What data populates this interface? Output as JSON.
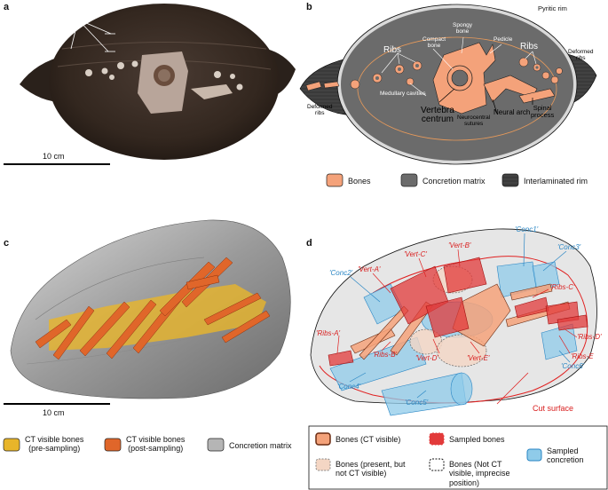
{
  "panels": {
    "a": {
      "letter": "a",
      "lamination_label": "Lamination planes",
      "scale_label": "10 cm"
    },
    "b": {
      "letter": "b",
      "labels": {
        "pyritic_rim": "Pyritic rim",
        "ribs_left": "Ribs",
        "ribs_right": "Ribs",
        "compact_bone": "Compact\nbone",
        "spongy_bone": "Spongy\nbone",
        "pedicle": "Pedicle",
        "deformed_ribs_left": "Deformed\nribs",
        "deformed_ribs_right": "Deformed\nribs",
        "medullary_cavities": "Medullary cavities",
        "vertebra_centrum": "Vertebra\ncentrum",
        "neurocentral_sutures": "Neurocentral\nsutures",
        "neural_arch": "Neural arch",
        "spinal_process": "Spinal\nprocess"
      },
      "legend": {
        "bones": "Bones",
        "concretion_matrix": "Concretion matrix",
        "interlaminated_rim": "Interlaminated rim"
      }
    },
    "c": {
      "letter": "c",
      "scale_label": "10 cm",
      "legend": {
        "ct_pre": "CT visible bones\n(pre-sampling)",
        "ct_post": "CT visible bones\n(post-sampling)",
        "concretion": "Concretion matrix"
      }
    },
    "d": {
      "letter": "d",
      "labels": {
        "conc1": "'Conc1'",
        "conc2": "'Conc2'",
        "conc3": "'Conc3'",
        "conc4": "'Conc4'",
        "conc5": "'Conc5'",
        "conc6": "'Conc6'",
        "vert_a": "'Vert-A'",
        "vert_b": "'Vert-B'",
        "vert_c": "'Vert-C'",
        "vert_d": "'Vert-D'",
        "vert_e": "'Vert-E'",
        "ribs_a": "'Ribs-A'",
        "ribs_b": "'Ribs-B'",
        "ribs_c": "'Ribs-C'",
        "ribs_d": "'Ribs-D'",
        "ribs_e": "'Ribs-E",
        "cut_surface": "Cut surface"
      },
      "legend": {
        "bones_ct": "Bones (CT visible)",
        "sampled_bones": "Sampled bones",
        "sampled_concretion": "Sampled\nconcretion",
        "bones_present": "Bones (present, but\nnot CT visible)",
        "bones_not_ct": "Bones (Not CT\nvisible, imprecise\nposition)"
      }
    }
  },
  "colors": {
    "bone": "#f4a27a",
    "matrix": "#6b6b6b",
    "rock_dark": "#3b2f28",
    "ct_pre": "#e8b52a",
    "ct_post": "#e0662a",
    "concretion_grey": "#b5b5b5",
    "sampled_red": "#e23a3a",
    "concretion_blue": "#8fcbe9",
    "label_red": "#d92020",
    "label_blue": "#2a86c4"
  }
}
